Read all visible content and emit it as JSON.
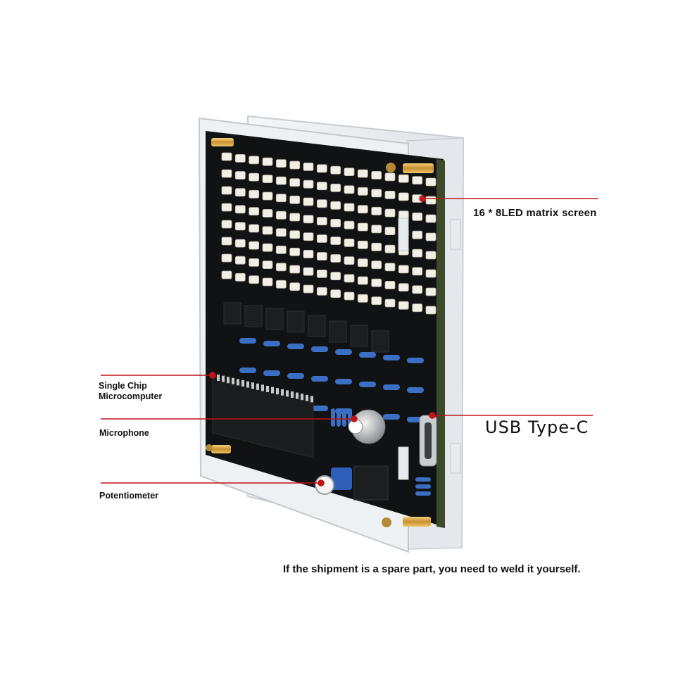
{
  "labels": {
    "led_matrix": "16 * 8LED matrix screen",
    "single_chip_line1": "Single Chip",
    "single_chip_line2": "Microcomputer",
    "microphone": "Microphone",
    "potentiometer": "Potentiometer",
    "usb": "USB Type-C"
  },
  "note": "If the shipment is a spare part, you need to weld it yourself.",
  "led_matrix": {
    "columns": 16,
    "rows": 8
  },
  "colors": {
    "callout_line": "#c0141a",
    "pcb": "#101214",
    "led": "#f2efe6",
    "resistor": "#3a6fc4",
    "brass": "#d8a640",
    "acrylic": "#e9edf0"
  }
}
